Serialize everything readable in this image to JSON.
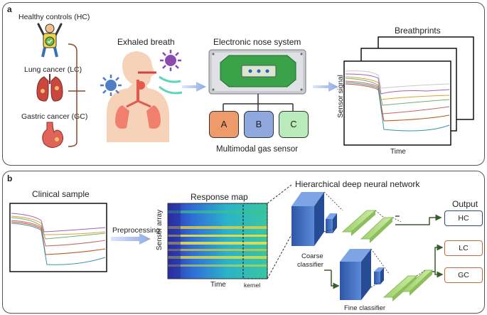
{
  "panel_a": {
    "label": "a",
    "groups": [
      "Healthy controls (HC)",
      "Lung cancer (LC)",
      "Gastric cancer (GC)"
    ],
    "exhaled_title": "Exhaled breath",
    "enose_title": "Electronic nose system",
    "sensors": [
      "A",
      "B",
      "C"
    ],
    "sensor_caption": "Multimodal gas sensor",
    "breathprints_title": "Breathprints",
    "ylabel": "Sensor signal",
    "xlabel": "Time",
    "dots": "⋰"
  },
  "panel_b": {
    "label": "b",
    "clinical_title": "Clinical sample",
    "preprocessing": "Preprocessing",
    "response_title": "Response map",
    "sensor_array": "Sensor array",
    "time_label": "Time",
    "kernel_label": "kernel",
    "network_title": "Hierarchical deep neural network",
    "coarse_label": [
      "Coarse",
      "classifier"
    ],
    "fine_label": "Fine classifier",
    "output_title": "Output",
    "outputs": [
      "HC",
      "LC",
      "GC"
    ]
  },
  "colors": {
    "hc": "#2f4a7a",
    "lc_gc": "#c46a3a",
    "sensor_a": "#ef9a6b",
    "sensor_b": "#8fa8de",
    "sensor_c": "#b9ebbb",
    "arrow": "#9db4e8",
    "green_layer": "#b6e08c",
    "blue_layer": "#3f6ec2"
  }
}
